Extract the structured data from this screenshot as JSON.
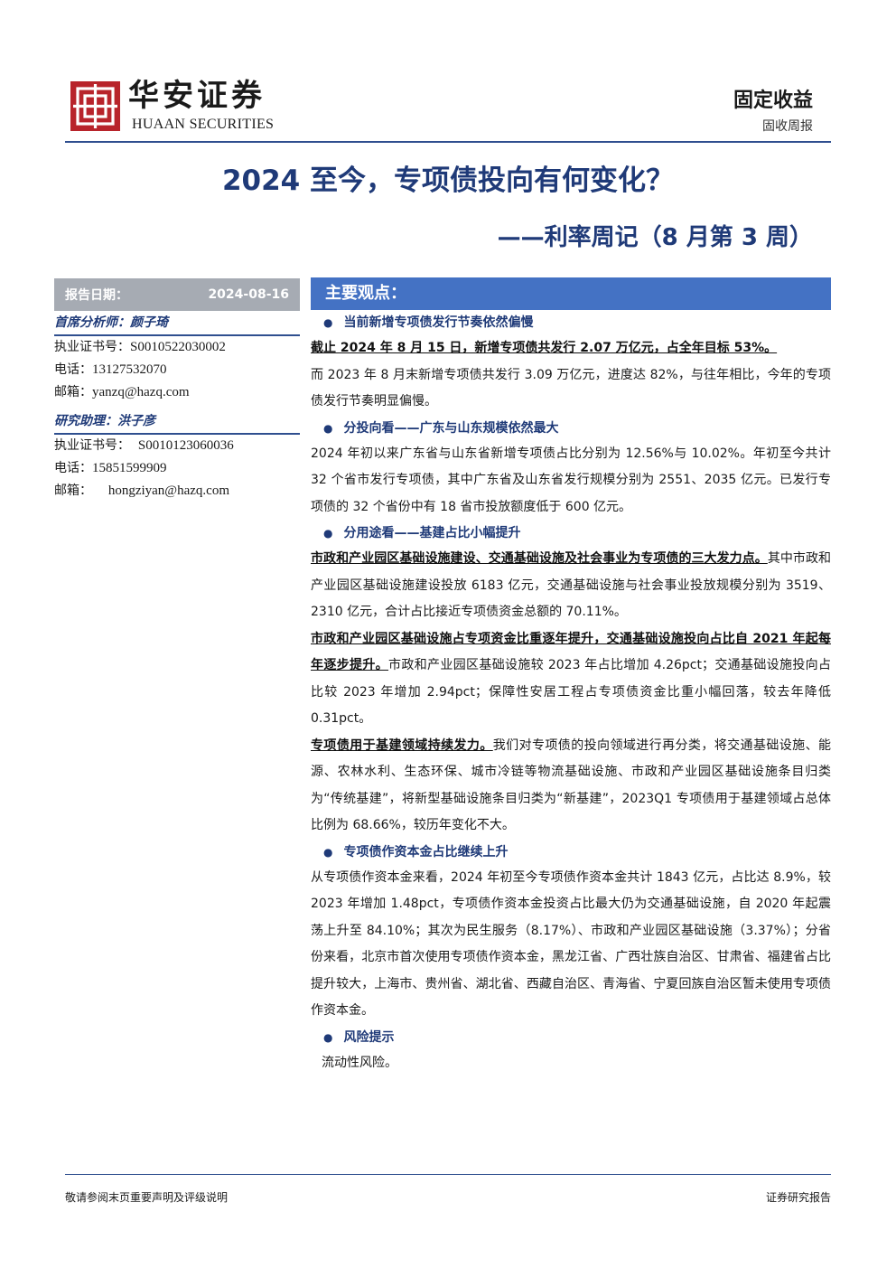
{
  "header": {
    "brand_cn": "华安证券",
    "brand_en": "HUAAN SECURITIES",
    "category": "固定收益",
    "subcategory": "固收周报"
  },
  "title": "2024 至今，专项债投向有何变化？",
  "subtitle": "——利率周记（8 月第 3 周）",
  "report_info": {
    "date_label": "报告日期：",
    "date_value": "2024-08-16",
    "chief_analyst_label": "首席分析师：颜子琦",
    "chief": {
      "cert_label": "执业证书号：",
      "cert_value": "S0010522030002",
      "phone_label": "电话：",
      "phone_value": "13127532070",
      "email_label": "邮箱：",
      "email_value": "yanzq@hazq.com"
    },
    "assistant_label": "研究助理：洪子彦",
    "assistant": {
      "cert_label": "执业证书号：",
      "cert_value": "S0010123060036",
      "phone_label": "电话：",
      "phone_value": "15851599909",
      "email_label": "邮箱：",
      "email_value": "hongziyan@hazq.com"
    }
  },
  "main": {
    "heading": "主要观点：",
    "sections": [
      {
        "bullet": "当前新增专项债发行节奏依然偏慢",
        "bold_lead": "截止 2024 年 8 月 15 日，新增专项债共发行 2.07 万亿元，占全年目标 53%。",
        "text": "而 2023 年 8 月末新增专项债共发行 3.09 万亿元，进度达 82%，与往年相比，今年的专项债发行节奏明显偏慢。"
      },
      {
        "bullet": "分投向看——广东与山东规模依然最大",
        "text": "2024 年初以来广东省与山东省新增专项债占比分别为 12.56%与 10.02%。年初至今共计 32 个省市发行专项债，其中广东省及山东省发行规模分别为 2551、2035 亿元。已发行专项债的 32 个省份中有 18 省市投放额度低于 600 亿元。"
      },
      {
        "bullet": "分用途看——基建占比小幅提升",
        "p1_bold": "市政和产业园区基础设施建设、交通基础设施及社会事业为专项债的三大发力点。",
        "p1_text": "其中市政和产业园区基础设施建设投放 6183 亿元，交通基础设施与社会事业投放规模分别为 3519、2310 亿元，合计占比接近专项债资金总额的 70.11%。",
        "p2_bold": "市政和产业园区基础设施占专项资金比重逐年提升，交通基础设施投向占比自 2021 年起每年逐步提升。",
        "p2_text": "市政和产业园区基础设施较 2023 年占比增加 4.26pct；交通基础设施投向占比较 2023 年增加 2.94pct；保障性安居工程占专项债资金比重小幅回落，较去年降低 0.31pct。",
        "p3_bold": "专项债用于基建领域持续发力。",
        "p3_text": "我们对专项债的投向领域进行再分类，将交通基础设施、能源、农林水利、生态环保、城市冷链等物流基础设施、市政和产业园区基础设施条目归类为“传统基建”，将新型基础设施条目归类为“新基建”，2023Q1 专项债用于基建领域占总体比例为 68.66%，较历年变化不大。"
      },
      {
        "bullet": "专项债作资本金占比继续上升",
        "text": "从专项债作资本金来看，2024 年初至今专项债作资本金共计 1843 亿元，占比达 8.9%，较 2023 年增加 1.48pct，专项债作资本金投资占比最大仍为交通基础设施，自 2020 年起震荡上升至 84.10%；其次为民生服务（8.17%）、市政和产业园区基础设施（3.37%）；分省份来看，北京市首次使用专项债作资本金，黑龙江省、广西壮族自治区、甘肃省、福建省占比提升较大，上海市、贵州省、湖北省、西藏自治区、青海省、宁夏回族自治区暂未使用专项债作资本金。"
      },
      {
        "bullet": "风险提示",
        "text": "流动性风险。"
      }
    ]
  },
  "footer": {
    "left": "敬请参阅末页重要声明及评级说明",
    "right": "证券研究报告"
  },
  "colors": {
    "brand_red": "#b8242b",
    "title_blue": "#1f3a78",
    "bar_blue": "#4472c4",
    "date_bar_gray": "#a6abb3"
  },
  "icons": {
    "logo": "huaan-logo-icon",
    "bullet": "bullet-dot-icon"
  }
}
